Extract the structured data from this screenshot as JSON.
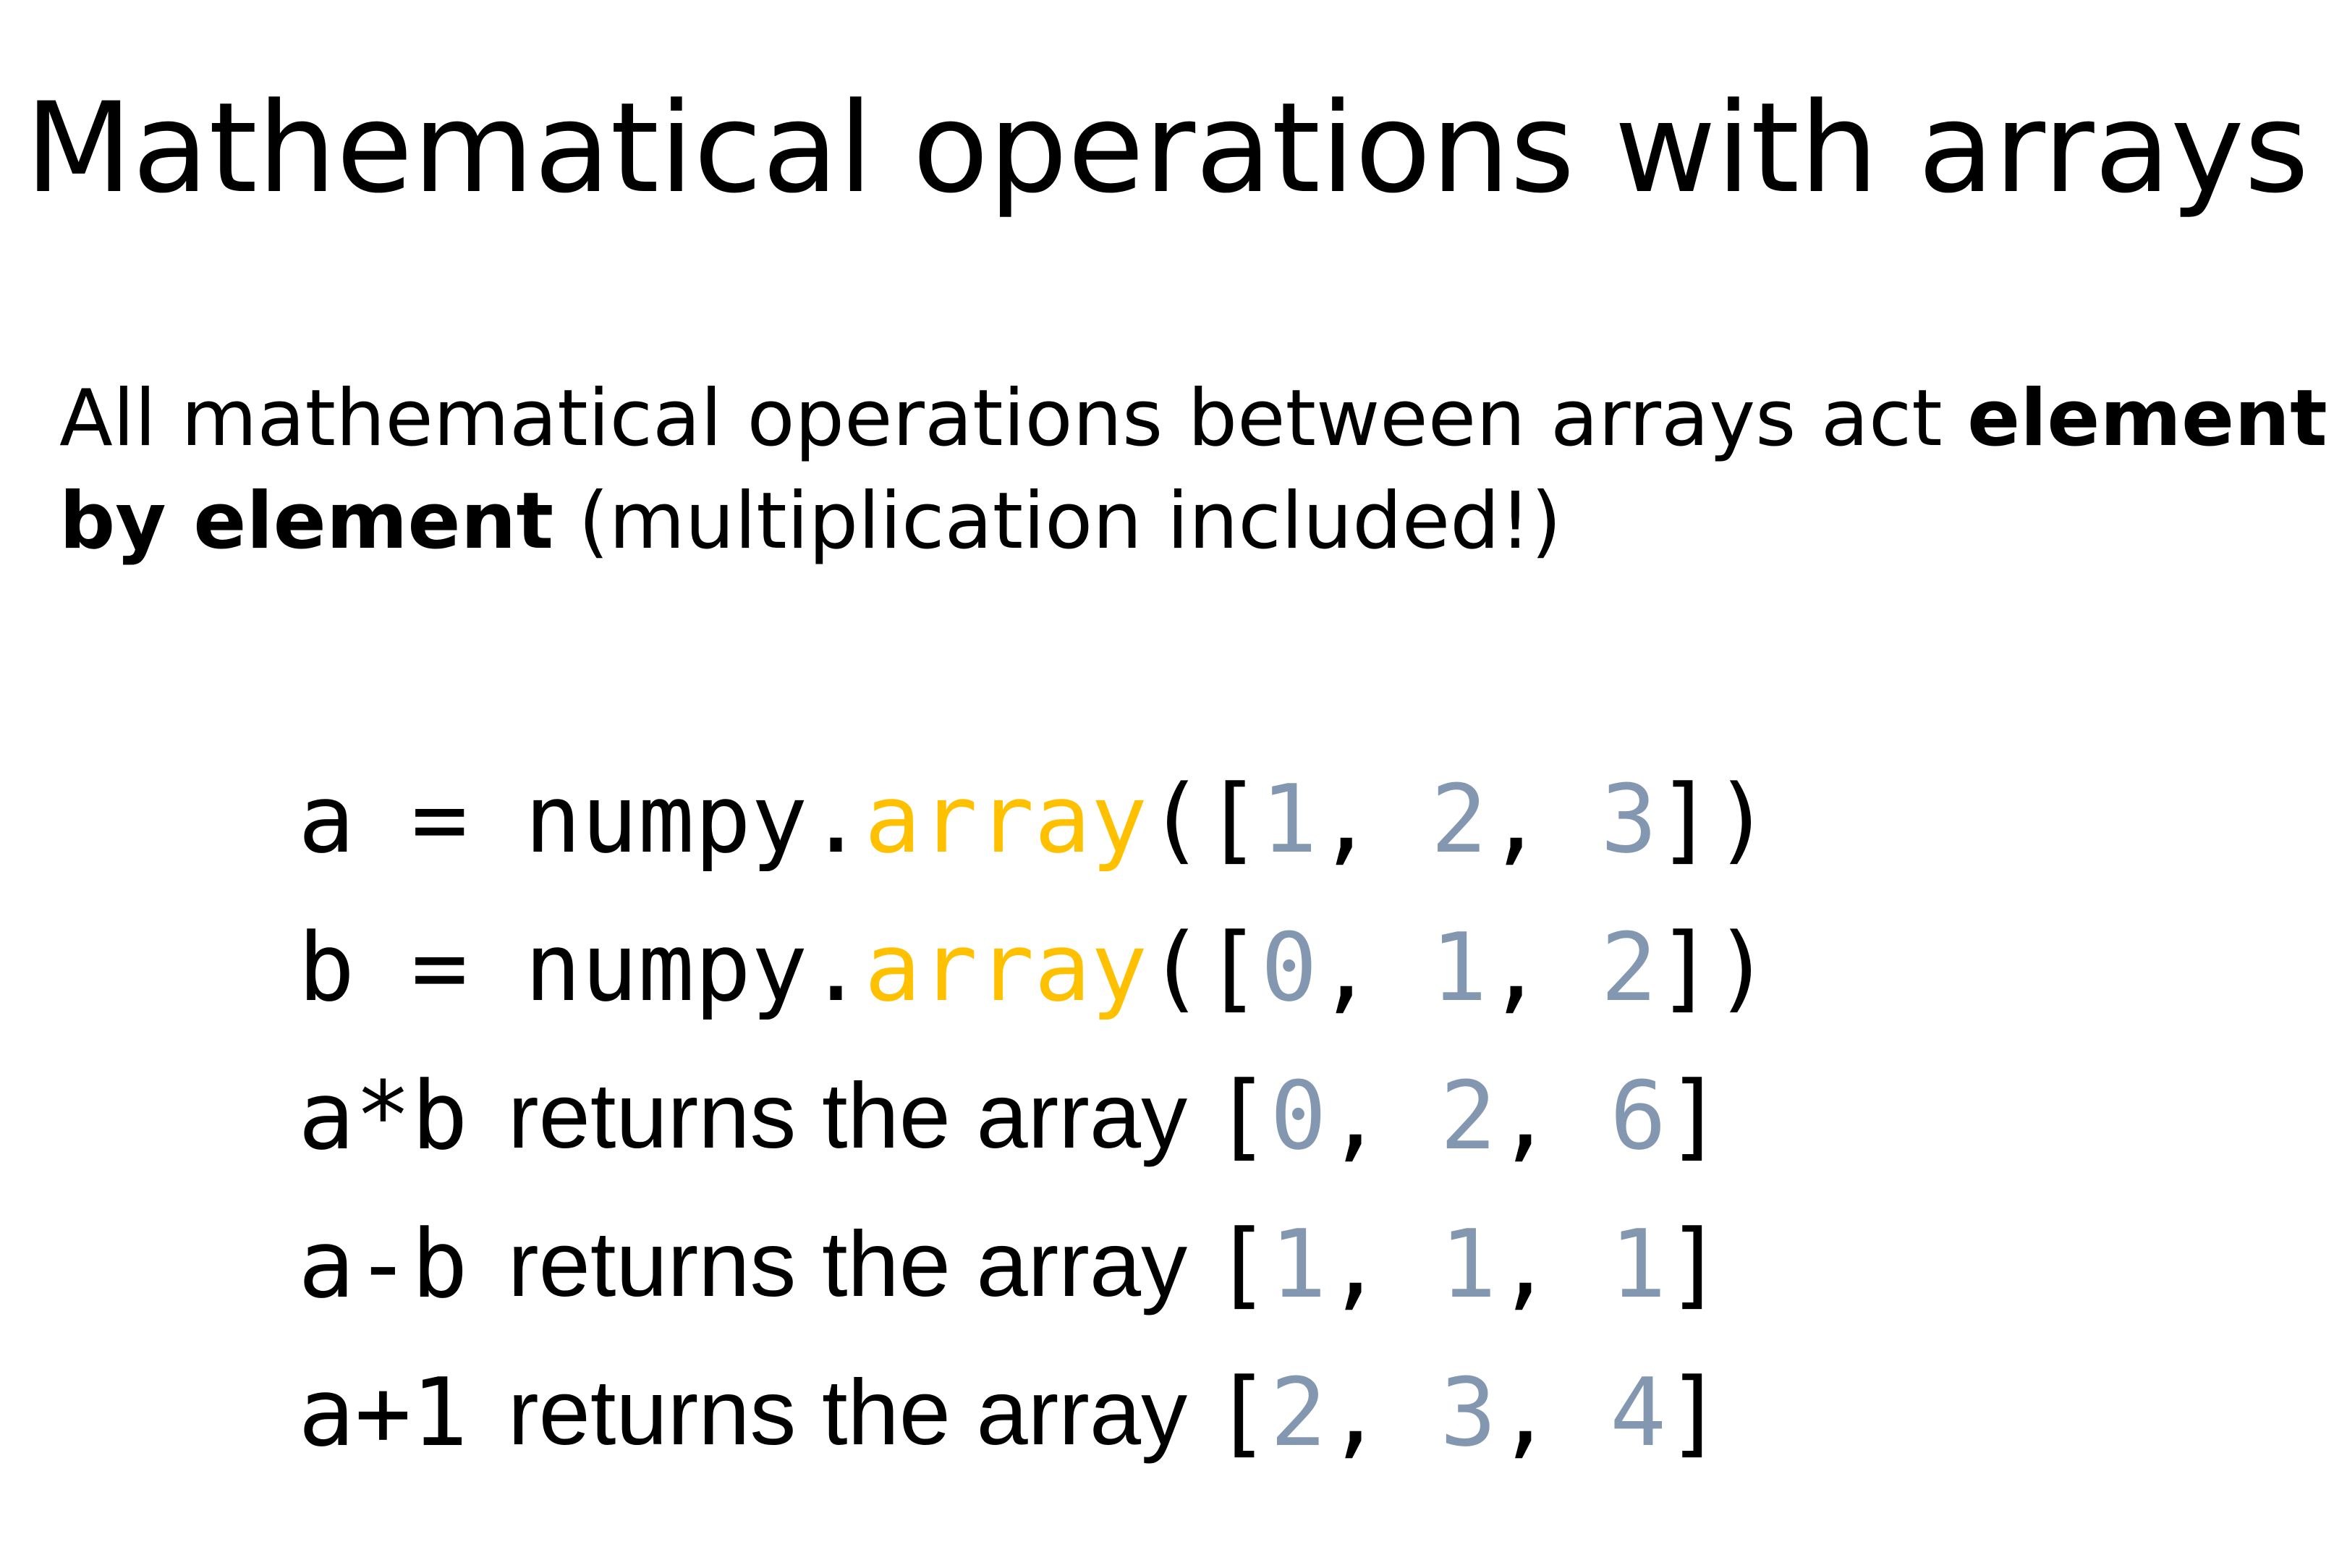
{
  "title": "Mathematical operations with arrays",
  "intro": {
    "line1_plain": "All mathematical operations between arrays act ",
    "line1_bold": "element",
    "line2_bold": "by element",
    "line2_plain": " (multiplication included!)"
  },
  "code": {
    "line_a": {
      "var": "a",
      "assign": " = numpy.",
      "func": "array",
      "open": "([",
      "v1": "1",
      "sep1": ", ",
      "v2": "2",
      "sep2": ", ",
      "v3": "3",
      "close": "])"
    },
    "line_b": {
      "var": "b",
      "assign": " = numpy.",
      "func": "array",
      "open": "([",
      "v1": "0",
      "sep1": ", ",
      "v2": "1",
      "sep2": ", ",
      "v3": "2",
      "close": "])"
    },
    "results": [
      {
        "expr": "a*b",
        "text": "returns the array",
        "open": "[",
        "v1": "0",
        "sep1": ", ",
        "v2": "2",
        "sep2": ", ",
        "v3": "6",
        "close": "]"
      },
      {
        "expr": "a-b",
        "text": "returns the array",
        "open": "[",
        "v1": "1",
        "sep1": ", ",
        "v2": "1",
        "sep2": ", ",
        "v3": "1",
        "close": "]"
      },
      {
        "expr": "a+1",
        "text": "returns the array",
        "open": "[",
        "v1": "2",
        "sep1": ", ",
        "v2": "3",
        "sep2": ", ",
        "v3": "4",
        "close": "]"
      }
    ]
  },
  "colors": {
    "function": "#ffc000",
    "number": "#8497b0",
    "text": "#000000",
    "background": "#ffffff"
  }
}
